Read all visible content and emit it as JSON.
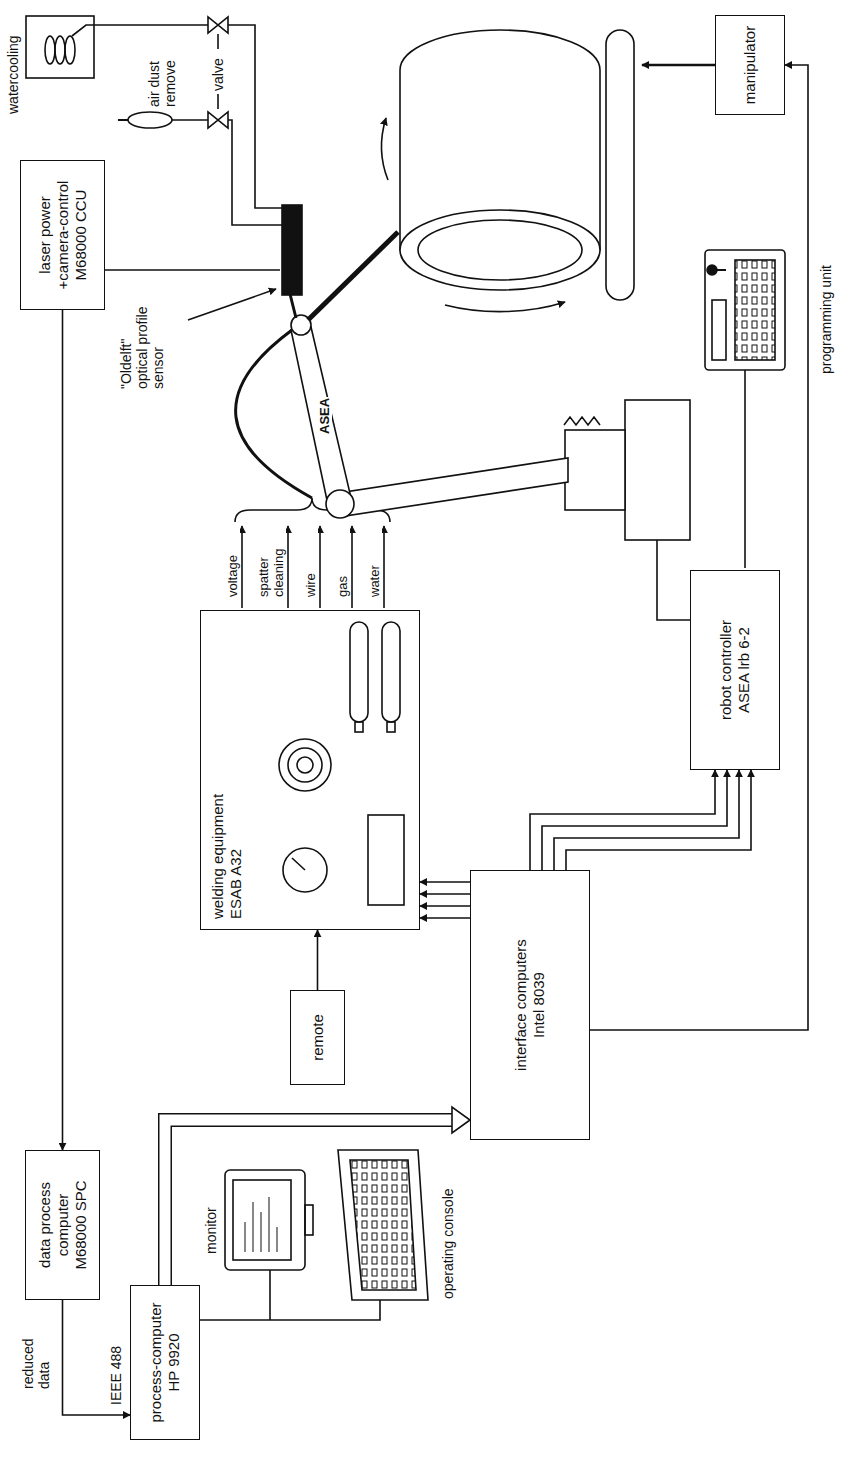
{
  "diagram": {
    "nodes": [
      {
        "text": [
          "data process computer",
          "M68000 SPC"
        ]
      },
      {
        "text": [
          "laser power +camera-control",
          "M68000 CCU"
        ]
      },
      {
        "text": [
          "process-computer",
          "HP 9920"
        ]
      },
      {
        "text": [
          "remote"
        ]
      },
      {
        "text": [
          "welding equipment",
          "ESAB A32"
        ]
      },
      {
        "text": [
          "interface computers",
          "Intel 8039"
        ]
      },
      {
        "text": [
          "robot controller",
          "ASEA lrb 6-2"
        ]
      },
      {
        "text": [
          "manipulator"
        ]
      }
    ],
    "edges": [
      {
        "from": 1,
        "to": 0,
        "arrow": "to"
      },
      {
        "from": 0,
        "to": 2,
        "arrow": "to"
      },
      {
        "from": 2,
        "to": 5,
        "arrow": "to"
      },
      {
        "from": 3,
        "to": 4,
        "arrow": "to"
      },
      {
        "from": 5,
        "to": 4,
        "arrow": "to"
      },
      {
        "from": 5,
        "to": 6,
        "arrow": "to"
      },
      {
        "from": 5,
        "to": 7,
        "arrow": "to"
      }
    ],
    "labels": [
      "reduced data",
      "IEEE 488",
      "monitor",
      "operating console",
      "voltage",
      "spatter cleaning",
      "wire",
      "gas",
      "water",
      "ASEA",
      "programming unit",
      "\"Oldelft\" optical profile sensor",
      "watercooling",
      "valve",
      "air dust remove"
    ]
  }
}
